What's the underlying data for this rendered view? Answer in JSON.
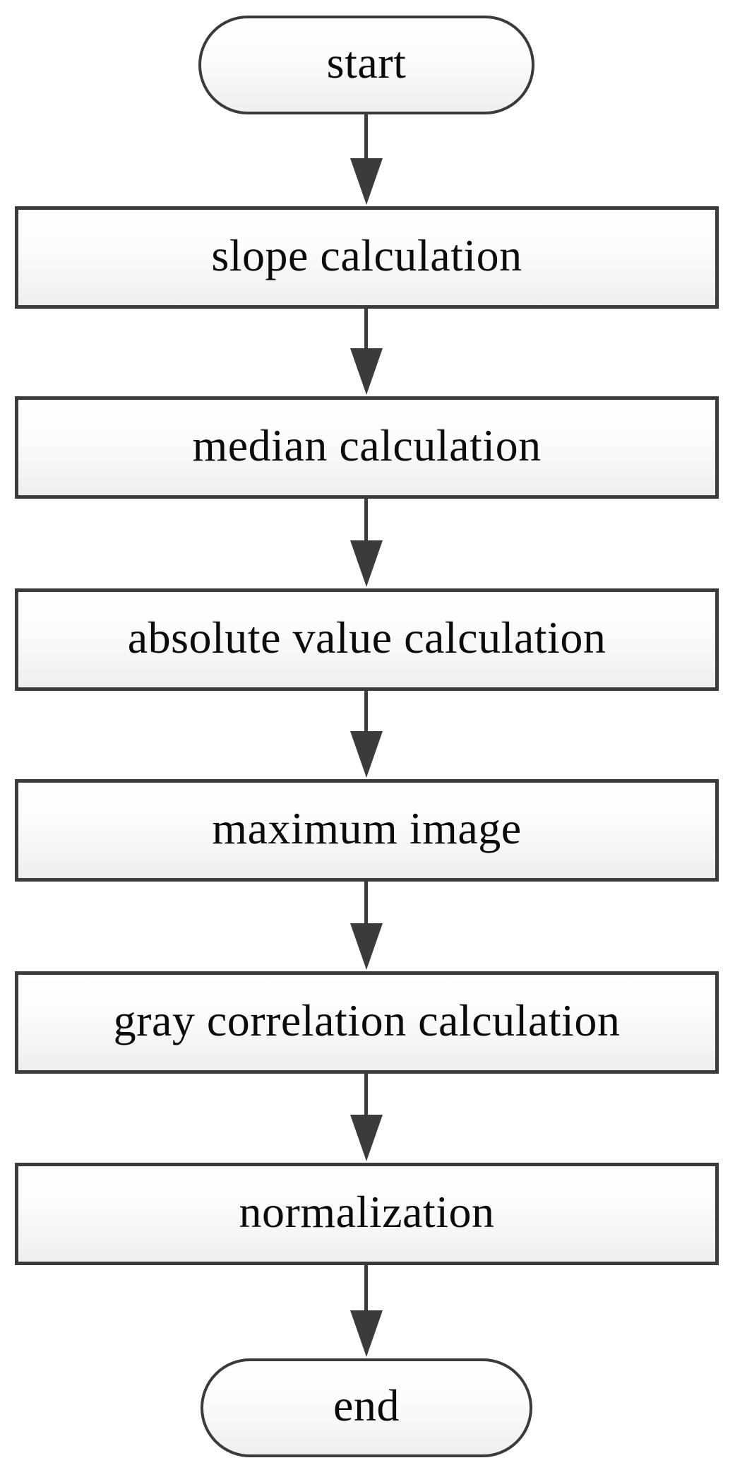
{
  "diagram": {
    "type": "flowchart",
    "direction": "top-down",
    "colors": {
      "stroke": "#3b3b3b",
      "fill_top": "#ffffff",
      "fill_bottom": "#efefef",
      "text": "#0b0b0b",
      "shadow_dots": "#c2c2c2",
      "background": "#ffffff"
    },
    "nodes": [
      {
        "id": "start",
        "shape": "stadium",
        "label": "start"
      },
      {
        "id": "slope-calculation",
        "shape": "process",
        "label": "slope calculation"
      },
      {
        "id": "median-calculation",
        "shape": "process",
        "label": "median calculation"
      },
      {
        "id": "absolute-value-calculation",
        "shape": "process",
        "label": "absolute value calculation"
      },
      {
        "id": "maximum-image",
        "shape": "process",
        "label": "maximum image"
      },
      {
        "id": "gray-correlation-calculation",
        "shape": "process",
        "label": "gray correlation calculation"
      },
      {
        "id": "normalization",
        "shape": "process",
        "label": "normalization"
      },
      {
        "id": "end",
        "shape": "stadium",
        "label": "end"
      }
    ],
    "edges": [
      {
        "from": "start",
        "to": "slope-calculation"
      },
      {
        "from": "slope-calculation",
        "to": "median-calculation"
      },
      {
        "from": "median-calculation",
        "to": "absolute-value-calculation"
      },
      {
        "from": "absolute-value-calculation",
        "to": "maximum-image"
      },
      {
        "from": "maximum-image",
        "to": "gray-correlation-calculation"
      },
      {
        "from": "gray-correlation-calculation",
        "to": "normalization"
      },
      {
        "from": "normalization",
        "to": "end"
      }
    ]
  }
}
